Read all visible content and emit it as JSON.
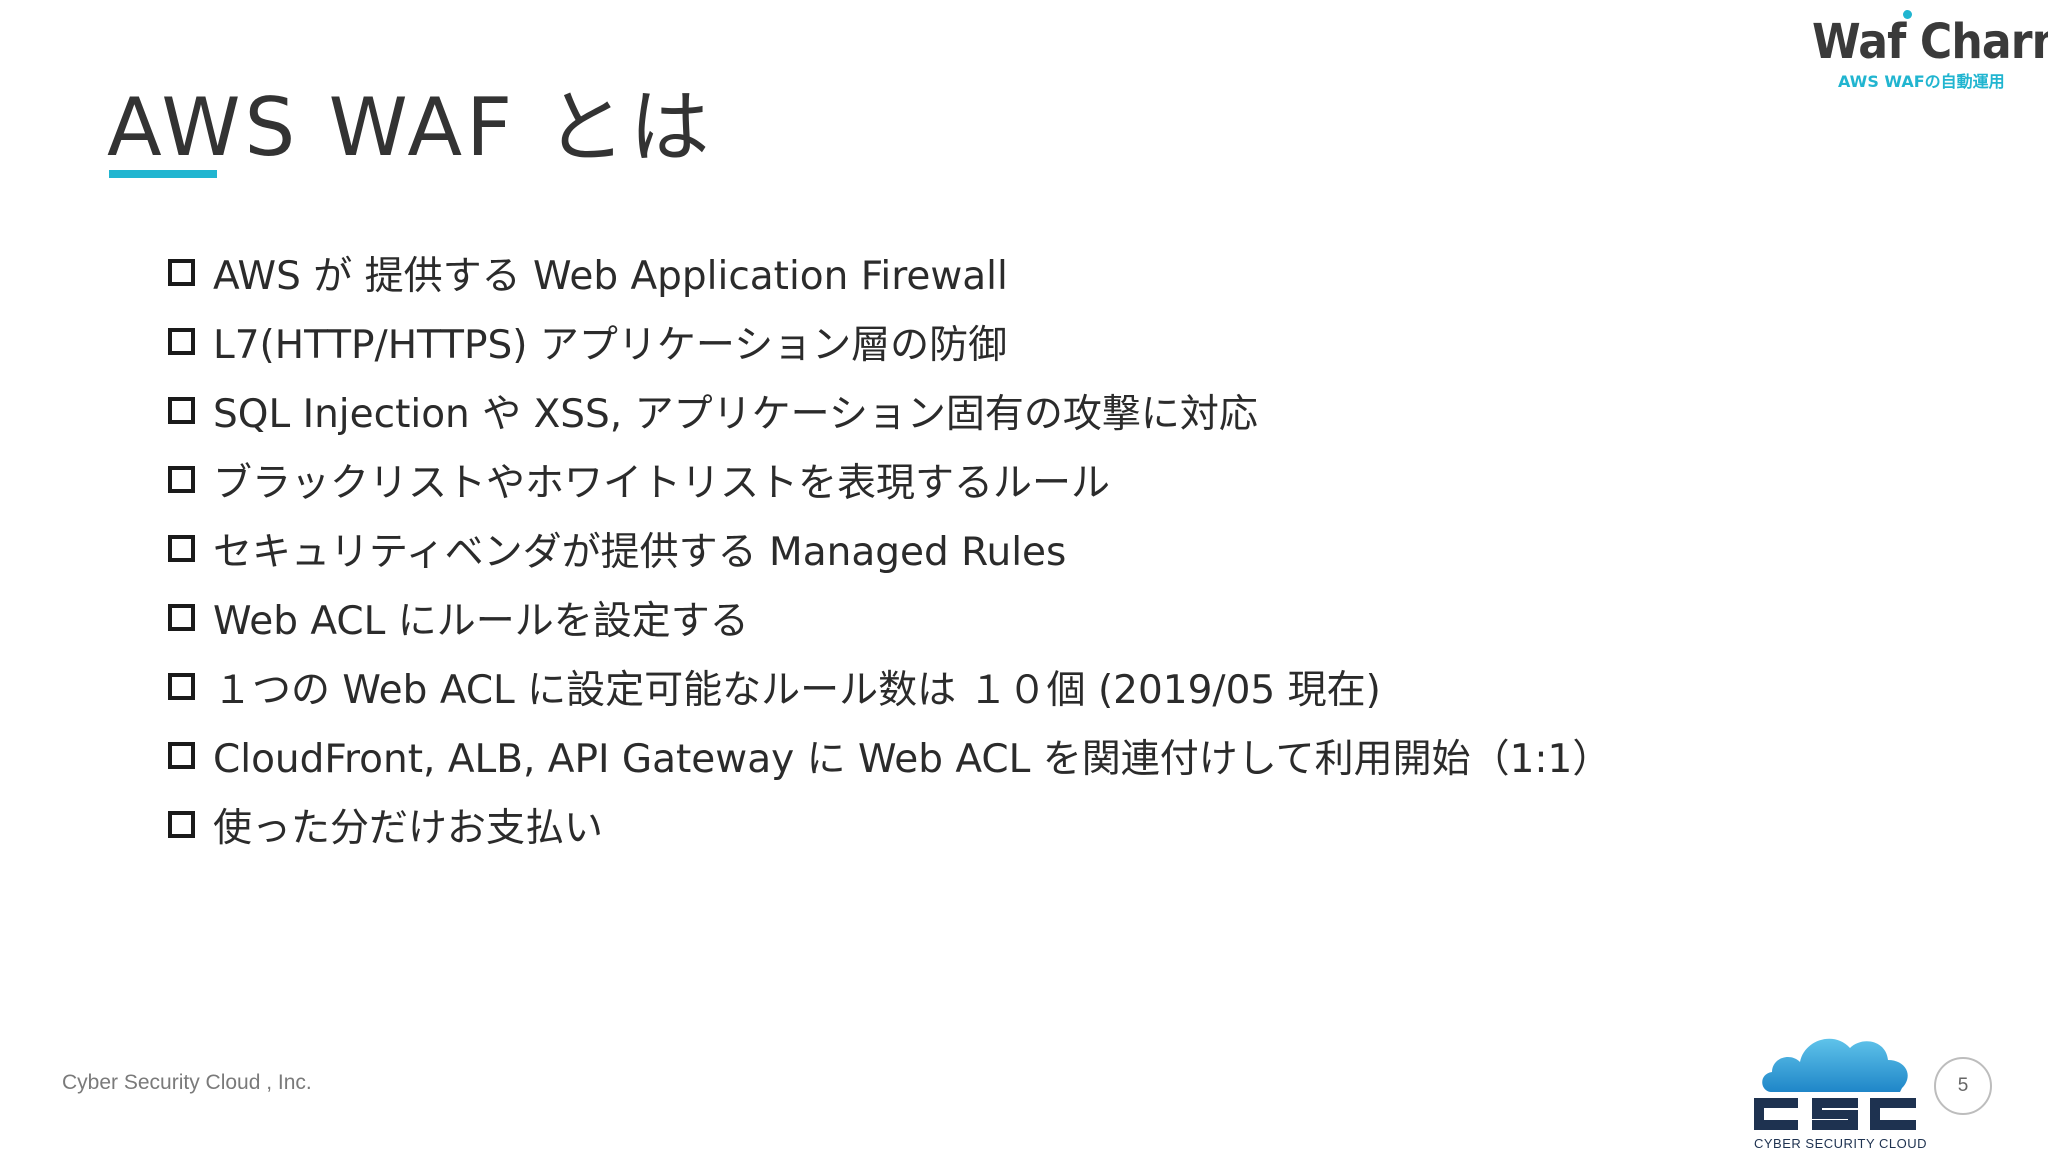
{
  "slide": {
    "title": "AWS WAF とは",
    "bullets": [
      "AWS が 提供する Web Application Firewall",
      "L7(HTTP/HTTPS) アプリケーション層の防御",
      "SQL Injection や XSS, アプリケーション固有の攻撃に対応",
      "ブラックリストやホワイトリストを表現するルール",
      "セキュリティベンダが提供する Managed Rules",
      "Web ACL にルールを設定する",
      "１つの Web ACL に設定可能なルール数は １０個 (2019/05 現在)",
      "CloudFront, ALB, API Gateway に Web ACL を関連付けして利用開始（1:1）",
      "使った分だけお支払い"
    ]
  },
  "header": {
    "logo_wordmark": "Waf Charm",
    "logo_tagline": "AWS WAFの自動運用"
  },
  "footer": {
    "company": "Cyber Security Cloud , Inc.",
    "page_number": "5",
    "csc_logo_text": "CSC",
    "csc_tagline": "CYBER SECURITY CLOUD"
  },
  "colors": {
    "accent": "#21b5d0",
    "csc_navy": "#1e3250",
    "text": "#333333"
  }
}
